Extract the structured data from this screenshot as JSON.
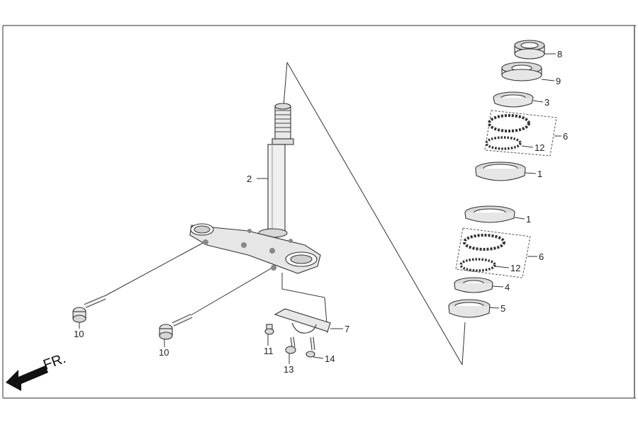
{
  "diagram": {
    "direction_label": "FR.",
    "callouts": {
      "c8": "8",
      "c9": "9",
      "c3": "3",
      "c6a": "6",
      "c12a": "12",
      "c1a": "1",
      "c1b": "1",
      "c6b": "6",
      "c12b": "12",
      "c4": "4",
      "c5": "5",
      "c2": "2",
      "c7": "7",
      "c10a": "10",
      "c10b": "10",
      "c11": "11",
      "c13": "13",
      "c14": "14"
    }
  }
}
